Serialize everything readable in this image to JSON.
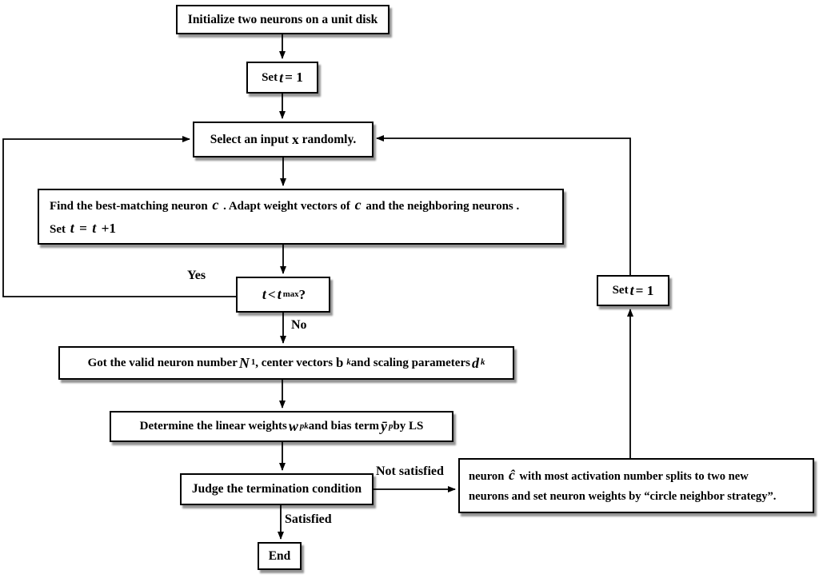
{
  "colors": {
    "line": "#000000",
    "box_border": "#000000",
    "box_fill": "#ffffff",
    "shadow": "#6b6b6b"
  },
  "nodes": {
    "init": {
      "text": "Initialize two neurons on a unit disk"
    },
    "set_t_left": {
      "pre": "Set ",
      "var": "t",
      "post": " = 1"
    },
    "select": {
      "pre": "Select an input",
      "var": "x",
      "post": "randomly."
    },
    "find": {
      "l1p0": "Find the best-matching neuron ",
      "l1v0": "c",
      "l1p1": " . Adapt weight vectors of ",
      "l1v1": "c",
      "l1p2": " and the neighboring neurons .",
      "l2p0": "Set  ",
      "l2v0": "t",
      "l2p1": " = ",
      "l2v1": "t",
      "l2p2": " +1"
    },
    "decision": {
      "v0": "t",
      "p0": " < ",
      "v1": "t",
      "sub": "max",
      "p1": " ?"
    },
    "got": {
      "p0": "Got the valid neuron number ",
      "v0": "N",
      "s0": "1",
      "p1": ", center vectors",
      "v1": "b",
      "s1": "k",
      "p2": " and scaling parameters ",
      "v2": "d",
      "s2": "k"
    },
    "determine": {
      "p0": "Determine the linear weights ",
      "v0": "w",
      "s0": "pk",
      "p1": " and bias term ",
      "v1": "ȳ",
      "s1": "p",
      "p2": " by LS"
    },
    "judge": {
      "text": "Judge the termination condition"
    },
    "split": {
      "l1p0": "neuron ",
      "l1v0": "ĉ",
      "l1p1": " with most activation number splits to two new",
      "l2": "neurons and set neuron weights by “circle neighbor strategy”."
    },
    "set_t_right": {
      "pre": "Set ",
      "var": "t",
      "post": " = 1"
    },
    "end": {
      "text": "End"
    }
  },
  "edge_labels": {
    "yes": "Yes",
    "no": "No",
    "satisfied": "Satisfied",
    "not_satisfied": "Not satisfied"
  }
}
